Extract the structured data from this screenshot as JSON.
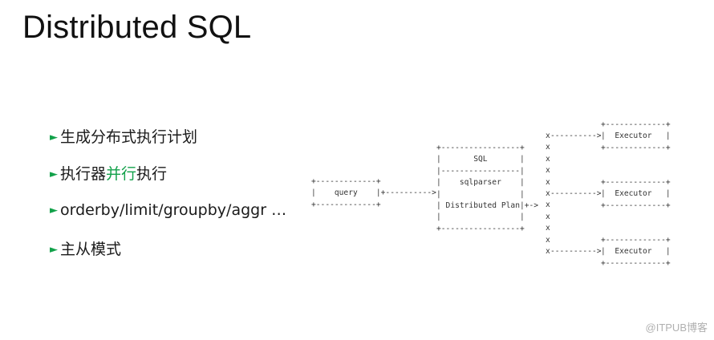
{
  "title": "Distributed SQL",
  "bullet_marker": "►",
  "bullets": [
    {
      "text": "生成分布式执行计划"
    },
    {
      "before": "执行器",
      "highlight": "并行",
      "after": "执行"
    },
    {
      "text": "orderby/limit/groupby/aggr …"
    },
    {
      "text": "主从模式"
    }
  ],
  "diagram": {
    "query_box": "+-------------+\n|    query    |+---------->\n+-------------+",
    "plan_box": "+-----------------+\n|       SQL       |\n|-----------------|\n|    sqlparser    |\n|                 |\n| Distributed Plan|+->\n|                 |\n+-----------------+",
    "x_column": "x\nx\nx\nx\nx\nx\nx\nx\nx\nx\nx",
    "executor_top": "+-------------+\n|  Executor   |\n+-------------+",
    "executor_mid": "+-------------+\n|  Executor   |\n+-------------+",
    "executor_bottom": "+-------------+\n|  Executor   |\n+-------------+",
    "arrow_top": "---------->",
    "arrow_mid": "---------->",
    "arrow_bottom": "---------->"
  },
  "watermark": "@ITPUB博客",
  "colors": {
    "highlight": "#12a14a",
    "text": "#1a1a1a"
  }
}
